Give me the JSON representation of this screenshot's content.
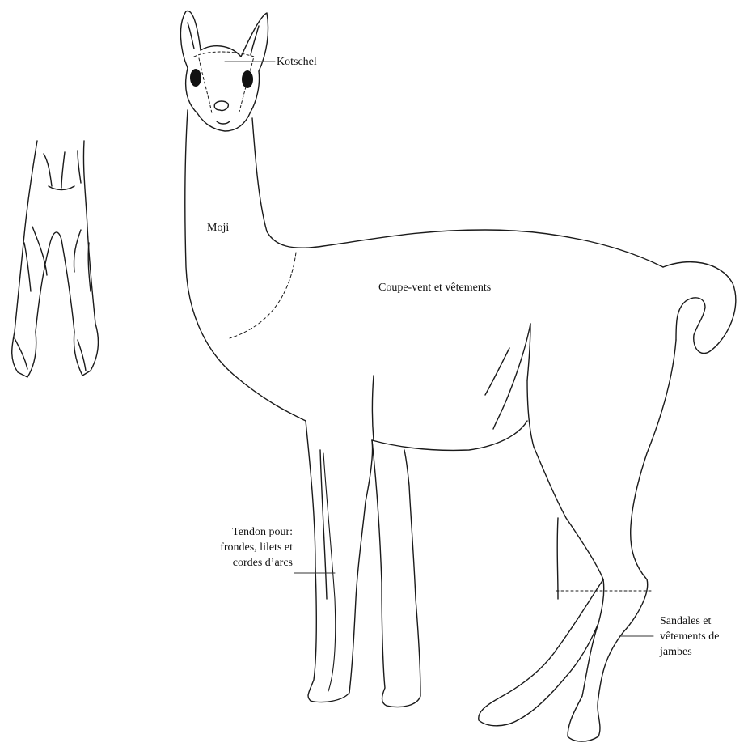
{
  "labels": {
    "kotschel": "Kotschel",
    "moji": "Moji",
    "body": "Coupe-vent et vêtements",
    "tendon": [
      "Tendon pour:",
      "frondes, lilets et",
      "cordes d’arcs"
    ],
    "legs": [
      "Sandales et",
      "vêtements de",
      "jambes"
    ]
  },
  "colors": {
    "ink": "#1a1a1a",
    "background": "#ffffff"
  }
}
